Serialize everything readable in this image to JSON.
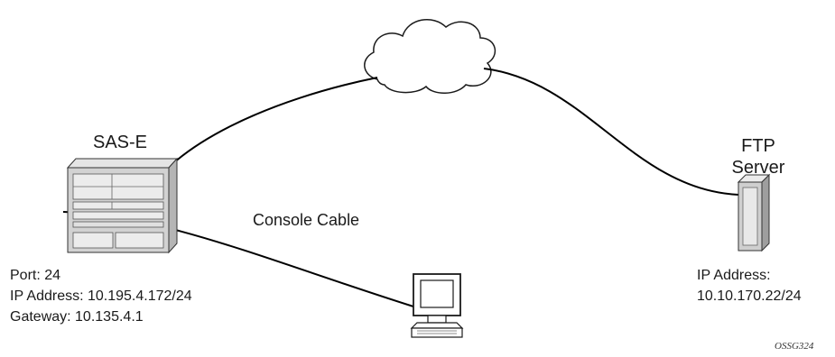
{
  "router": {
    "name": "SAS-E",
    "port": "Port: 24",
    "ip": "IP Address: 10.195.4.172/24",
    "gateway": "Gateway: 10.135.4.1"
  },
  "server": {
    "title_line1": "FTP",
    "title_line2": "Server",
    "ip_label": "IP Address:",
    "ip_value": "10.10.170.22/24"
  },
  "console": {
    "label": "Console Cable"
  },
  "figure_id": "OSSG324",
  "icons": [
    "router-chassis-icon",
    "cloud-icon",
    "ftp-server-icon",
    "terminal-icon"
  ]
}
